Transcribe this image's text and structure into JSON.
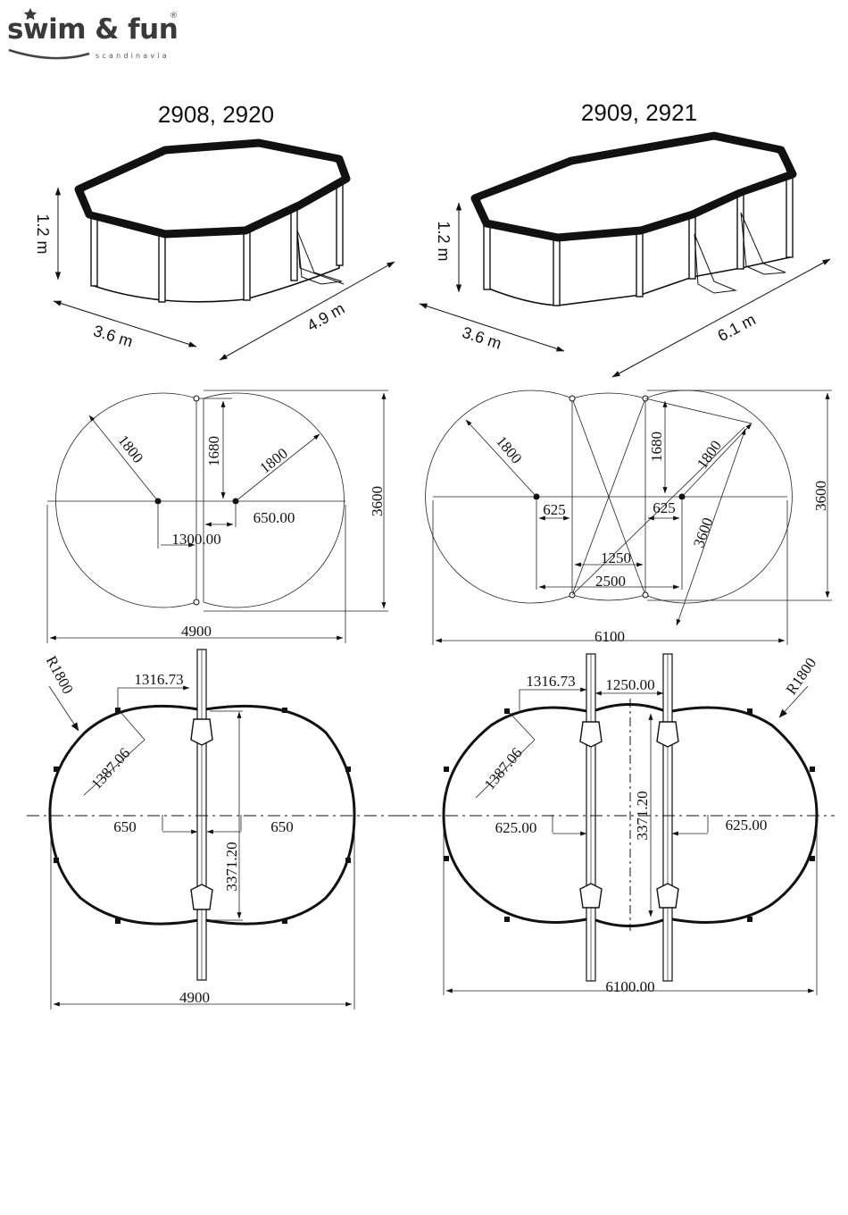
{
  "brand": {
    "name": "swim & fun",
    "registered": "®",
    "tagline": "scandinavia"
  },
  "left": {
    "models": "2908, 2920",
    "height": "1.2 m",
    "width": "3.6 m",
    "length": "4.9 m",
    "plan": {
      "radius_a": "1800",
      "radius_b": "1800",
      "half_straight": "1680",
      "offset": "650.00",
      "center_distance": "1300.00",
      "total_width": "3600",
      "total_length": "4900"
    },
    "frame": {
      "radius": "R1800",
      "chord_top": "1316.73",
      "chord_diag": "1387.06",
      "offset_left": "650",
      "offset_right": "650",
      "post_span": "3371.20",
      "total_length": "4900"
    }
  },
  "right": {
    "models": "2909, 2921",
    "height": "1.2 m",
    "width": "3.6 m",
    "length": "6.1 m",
    "plan": {
      "radius_a": "1800",
      "radius_b": "1800",
      "half_straight": "1680",
      "offset_left": "625",
      "offset_right": "625",
      "middle": "1250",
      "span": "2500",
      "diagonal": "3600",
      "total_width": "3600",
      "total_length": "6100"
    },
    "frame": {
      "radius": "R1800",
      "chord_top": "1316.73",
      "middle_width": "1250.00",
      "chord_diag": "1387.06",
      "offset_left": "625.00",
      "offset_right": "625.00",
      "post_span": "3371.20",
      "total_length": "6100.00"
    }
  }
}
